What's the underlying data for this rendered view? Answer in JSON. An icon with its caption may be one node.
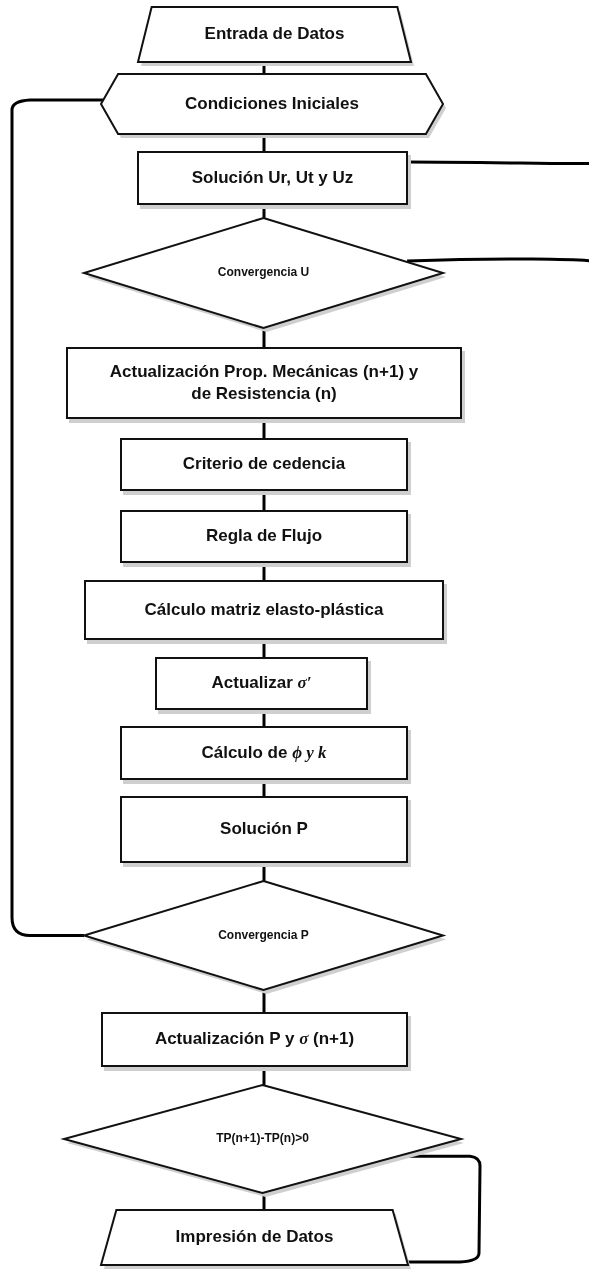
{
  "diagram": {
    "nodes": [
      {
        "text": [
          "Entrada de Datos"
        ]
      },
      {
        "text": [
          "Condiciones Iniciales"
        ]
      },
      {
        "text": [
          "Solución Ur, Ut y Uz"
        ]
      },
      {
        "text": [
          "Convergencia U"
        ]
      },
      {
        "text": [
          "Actualización Prop. Mecánicas (n+1) y de Resistencia (n)"
        ]
      },
      {
        "text": [
          "Criterio de cedencia"
        ]
      },
      {
        "text": [
          "Regla de Flujo"
        ]
      },
      {
        "text": [
          "Cálculo matriz elasto-plástica"
        ]
      },
      {
        "text": [
          "Actualizar *σ′*"
        ]
      },
      {
        "text": [
          "Cálculo de *ϕ y k*"
        ]
      },
      {
        "text": [
          "Solución P"
        ]
      },
      {
        "text": [
          "Convergencia P"
        ]
      },
      {
        "text": [
          "Actualización P y *σ* (n+1)"
        ]
      },
      {
        "text": [
          "TP(n+1)-TP(n)>0"
        ]
      },
      {
        "text": [
          "Impresión de Datos"
        ]
      }
    ],
    "edges": [
      {
        "from": 0,
        "to": 1,
        "arrow": "none"
      },
      {
        "from": 1,
        "to": 2,
        "arrow": "none"
      },
      {
        "from": 2,
        "to": 3,
        "arrow": "none"
      },
      {
        "from": 3,
        "to": 4,
        "arrow": "none"
      },
      {
        "from": 4,
        "to": 5,
        "arrow": "none"
      },
      {
        "from": 5,
        "to": 6,
        "arrow": "none"
      },
      {
        "from": 6,
        "to": 7,
        "arrow": "none"
      },
      {
        "from": 7,
        "to": 8,
        "arrow": "none"
      },
      {
        "from": 8,
        "to": 9,
        "arrow": "none"
      },
      {
        "from": 9,
        "to": 10,
        "arrow": "none"
      },
      {
        "from": 10,
        "to": 11,
        "arrow": "none"
      },
      {
        "from": 11,
        "to": 12,
        "arrow": "none"
      },
      {
        "from": 12,
        "to": 13,
        "arrow": "none"
      },
      {
        "from": 13,
        "to": 14,
        "arrow": "none"
      },
      {
        "from": 3,
        "to": 2,
        "arrow": "none"
      },
      {
        "from": 11,
        "to": 1,
        "arrow": "none"
      },
      {
        "from": 13,
        "to": 14,
        "arrow": "none"
      }
    ]
  }
}
